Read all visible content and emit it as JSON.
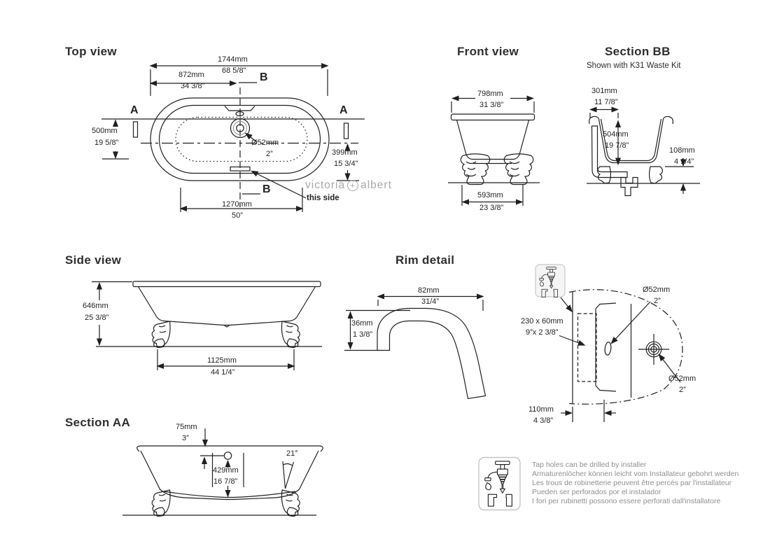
{
  "top_view": {
    "title": "Top view",
    "length_mm": "1744mm",
    "length_in": "68 5/8”",
    "half_mm": "872mm",
    "half_in": "34 3/8”",
    "width_left_mm": "500mm",
    "width_left_in": "19 5/8”",
    "width_right_mm": "399mm",
    "width_right_in": "15 3/4”",
    "drain_dia_mm": "Ø52mm",
    "drain_dia_in": "2”",
    "base_mm": "1270mm",
    "base_in": "50”",
    "marker_a": "A",
    "marker_b": "B",
    "logo_left": "victoria",
    "logo_plus": "+",
    "logo_right": "albert",
    "this_side": "this side"
  },
  "front_view": {
    "title": "Front view",
    "width_mm": "798mm",
    "width_in": "31 3/8”",
    "feet_mm": "593mm",
    "feet_in": "23 3/8”"
  },
  "section_bb": {
    "title": "Section BB",
    "subtitle": "Shown with K31 Waste Kit",
    "rim_mm": "301mm",
    "rim_in": "11 7/8”",
    "depth_mm": "504mm",
    "depth_in": "19 7/8”",
    "clearance_mm": "108mm",
    "clearance_in": "4 1/4”"
  },
  "side_view": {
    "title": "Side view",
    "height_mm": "646mm",
    "height_in": "25 3/8”",
    "feet_mm": "1125mm",
    "feet_in": "44 1/4”"
  },
  "rim_detail": {
    "title": "Rim detail",
    "width_mm": "82mm",
    "width_in": "31/4”",
    "thickness_mm": "36mm",
    "thickness_in": "1 3/8”"
  },
  "tap_detail": {
    "area_mm": "230 x 60mm",
    "area_in": "9”x 2 3/8”",
    "hole_top_mm": "Ø52mm",
    "hole_top_in": "2”",
    "hole_bottom_mm": "Ø52mm",
    "hole_bottom_in": "2”",
    "offset_mm": "110mm",
    "offset_in": "4 3/8”"
  },
  "section_aa": {
    "title": "Section AA",
    "tap_offset_mm": "75mm",
    "tap_offset_in": "3”",
    "depth_mm": "429mm",
    "depth_in": "16 7/8”",
    "wall_angle": "21°"
  },
  "notes": {
    "en": "Tap holes can be drilled by installer",
    "de": "Armaturenlöcher können leicht vom Installateur gebohrt werden",
    "fr": "Les trous de robinetterie peuvent être percés par l'installateur",
    "es": "Pueden ser perforados por el instalador",
    "it": "I fori per rubinetti possono essere perforati dall'installatore"
  }
}
